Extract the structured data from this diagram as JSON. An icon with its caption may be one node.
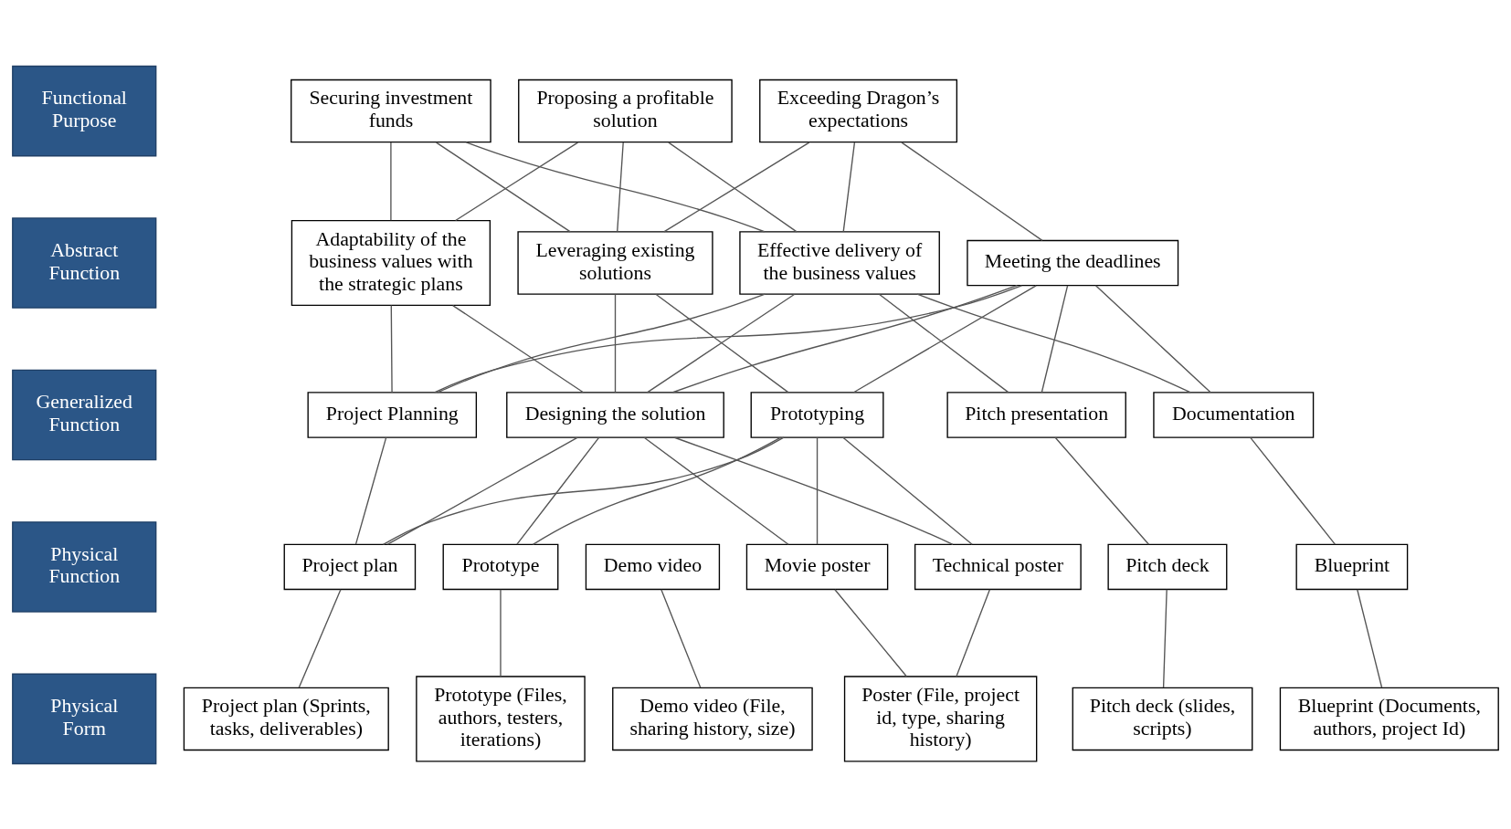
{
  "diagram": {
    "nodes": [
      {
        "text": [
          "Functional Purpose"
        ]
      },
      {
        "text": [
          "Securing investment funds"
        ]
      },
      {
        "text": [
          "Proposing a profitable solution"
        ]
      },
      {
        "text": [
          "Exceeding Dragon’s expectations"
        ]
      },
      {
        "text": [
          "Abstract Function"
        ]
      },
      {
        "text": [
          "Adaptability of the business values with the strategic plans"
        ]
      },
      {
        "text": [
          "Leveraging existing solutions"
        ]
      },
      {
        "text": [
          "Effective delivery of the business values"
        ]
      },
      {
        "text": [
          "Meeting the deadlines"
        ]
      },
      {
        "text": [
          "Generalized Function"
        ]
      },
      {
        "text": [
          "Project Planning"
        ]
      },
      {
        "text": [
          "Pitch presentation"
        ]
      },
      {
        "text": [
          "Designing the solution"
        ]
      },
      {
        "text": [
          "Prototyping"
        ]
      },
      {
        "text": [
          "Documentation"
        ]
      },
      {
        "text": [
          "Physical Function"
        ]
      },
      {
        "text": [
          "Project plan"
        ]
      },
      {
        "text": [
          "Pitch deck"
        ]
      },
      {
        "text": [
          "Prototype"
        ]
      },
      {
        "text": [
          "Demo video"
        ]
      },
      {
        "text": [
          "Movie poster"
        ]
      },
      {
        "text": [
          "Technical poster"
        ]
      },
      {
        "text": [
          "Blueprint"
        ]
      },
      {
        "text": [
          "Physical Form"
        ]
      },
      {
        "text": [
          "Project plan (Sprints, tasks, deliverables)"
        ]
      },
      {
        "text": [
          "Pitch deck (slides, scripts)"
        ]
      },
      {
        "text": [
          "Prototype (Files, authors, testers, iterations)"
        ]
      },
      {
        "text": [
          "Demo video (File, sharing history, size)"
        ]
      },
      {
        "text": [
          "Poster (File, project id, type, sharing history)"
        ]
      },
      {
        "text": [
          "Blueprint (Documents, authors, project Id)"
        ]
      }
    ],
    "edges": [
      {
        "from": 1,
        "to": 5,
        "arrow": "none"
      },
      {
        "from": 1,
        "to": 6,
        "arrow": "none"
      },
      {
        "from": 1,
        "to": 7,
        "arrow": "none"
      },
      {
        "from": 2,
        "to": 5,
        "arrow": "none"
      },
      {
        "from": 2,
        "to": 6,
        "arrow": "none"
      },
      {
        "from": 2,
        "to": 7,
        "arrow": "none"
      },
      {
        "from": 3,
        "to": 6,
        "arrow": "none"
      },
      {
        "from": 3,
        "to": 7,
        "arrow": "none"
      },
      {
        "from": 3,
        "to": 8,
        "arrow": "none"
      },
      {
        "from": 5,
        "to": 10,
        "arrow": "none"
      },
      {
        "from": 5,
        "to": 12,
        "arrow": "none"
      },
      {
        "from": 6,
        "to": 12,
        "arrow": "none"
      },
      {
        "from": 6,
        "to": 13,
        "arrow": "none"
      },
      {
        "from": 7,
        "to": 10,
        "arrow": "none"
      },
      {
        "from": 7,
        "to": 11,
        "arrow": "none"
      },
      {
        "from": 7,
        "to": 12,
        "arrow": "none"
      },
      {
        "from": 7,
        "to": 14,
        "arrow": "none"
      },
      {
        "from": 8,
        "to": 10,
        "arrow": "none"
      },
      {
        "from": 8,
        "to": 11,
        "arrow": "none"
      },
      {
        "from": 8,
        "to": 12,
        "arrow": "none"
      },
      {
        "from": 8,
        "to": 13,
        "arrow": "none"
      },
      {
        "from": 8,
        "to": 14,
        "arrow": "none"
      },
      {
        "from": 10,
        "to": 16,
        "arrow": "none"
      },
      {
        "from": 11,
        "to": 17,
        "arrow": "none"
      },
      {
        "from": 12,
        "to": 16,
        "arrow": "none"
      },
      {
        "from": 12,
        "to": 18,
        "arrow": "none"
      },
      {
        "from": 12,
        "to": 20,
        "arrow": "none"
      },
      {
        "from": 12,
        "to": 21,
        "arrow": "none"
      },
      {
        "from": 13,
        "to": 16,
        "arrow": "none"
      },
      {
        "from": 13,
        "to": 18,
        "arrow": "none"
      },
      {
        "from": 13,
        "to": 20,
        "arrow": "none"
      },
      {
        "from": 13,
        "to": 21,
        "arrow": "none"
      },
      {
        "from": 14,
        "to": 22,
        "arrow": "none"
      },
      {
        "from": 16,
        "to": 24,
        "arrow": "none"
      },
      {
        "from": 17,
        "to": 25,
        "arrow": "none"
      },
      {
        "from": 18,
        "to": 26,
        "arrow": "none"
      },
      {
        "from": 19,
        "to": 27,
        "arrow": "none"
      },
      {
        "from": 20,
        "to": 28,
        "arrow": "none"
      },
      {
        "from": 21,
        "to": 28,
        "arrow": "none"
      },
      {
        "from": 22,
        "to": 29,
        "arrow": "none"
      }
    ]
  }
}
